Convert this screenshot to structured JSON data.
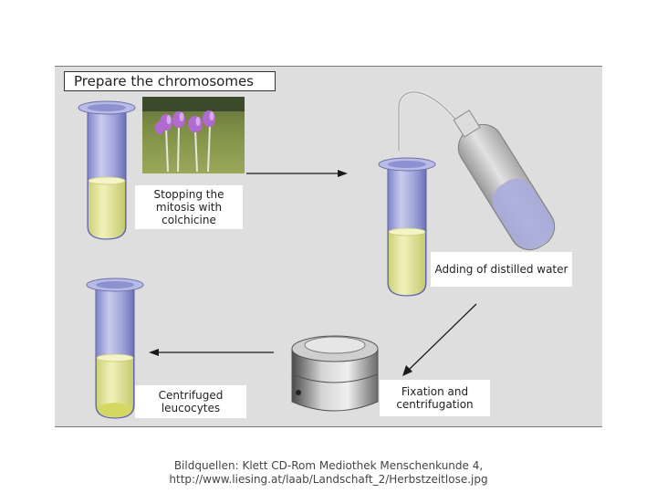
{
  "title": "Prepare the chromosomes",
  "steps": {
    "step1": "Stopping the mitosis with colchicine",
    "step2": "Adding of distilled water",
    "step3": "Fixation and centrifugation",
    "step4": "Centrifuged leucocytes"
  },
  "caption": {
    "line1": "Bildquellen: Klett CD-Rom Mediothek Menschenkunde 4,",
    "line2": "http://www.liesing.at/laab/Landschaft_2/Herbstzeitlose.jpg"
  },
  "colors": {
    "panel": "#dedede",
    "tube_glass": "#8f93d2",
    "liquid": "#e6e79a",
    "pellet": "#d8dc6a",
    "arrow": "#1a1a1a"
  },
  "icons": [
    "test-tube-icon",
    "flower-photo",
    "wash-bottle-icon",
    "centrifuge-icon"
  ]
}
